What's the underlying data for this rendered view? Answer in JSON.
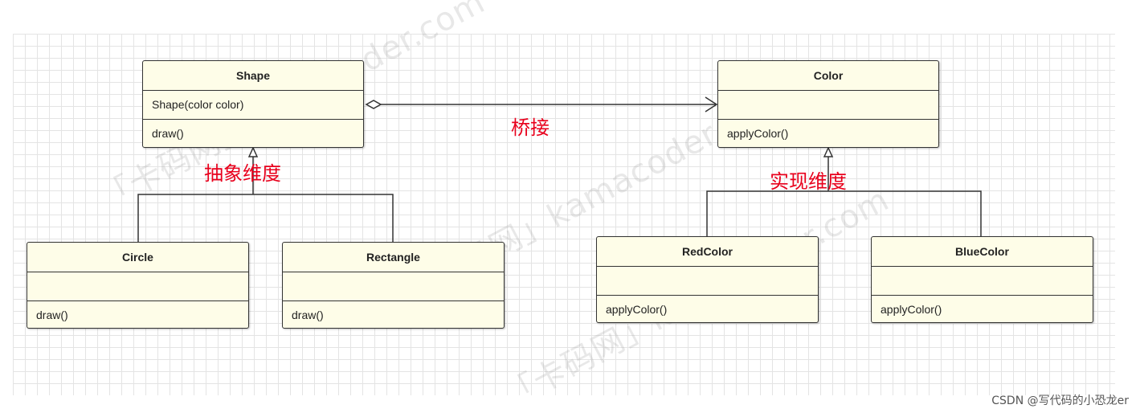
{
  "classes": {
    "shape": {
      "name": "Shape",
      "attribute": "Shape(color color)",
      "operation": "draw()"
    },
    "color": {
      "name": "Color",
      "attribute": "",
      "operation": "applyColor()"
    },
    "circle": {
      "name": "Circle",
      "attribute": "",
      "operation": "draw()"
    },
    "rectangle": {
      "name": "Rectangle",
      "attribute": "",
      "operation": "draw()"
    },
    "red_color": {
      "name": "RedColor",
      "attribute": "",
      "operation": "applyColor()"
    },
    "blue_color": {
      "name": "BlueColor",
      "attribute": "",
      "operation": "applyColor()"
    }
  },
  "labels": {
    "bridge": "桥接",
    "abstraction_dimension": "抽象维度",
    "implementation_dimension": "实现维度"
  },
  "watermark_text": "「卡码网」kamacoder.com",
  "credit": "CSDN @写代码的小恐龙er",
  "colors": {
    "class_fill": "#fefde8",
    "line": "#333333",
    "label_red": "#e8001c",
    "grid": "#e4e4e4"
  }
}
